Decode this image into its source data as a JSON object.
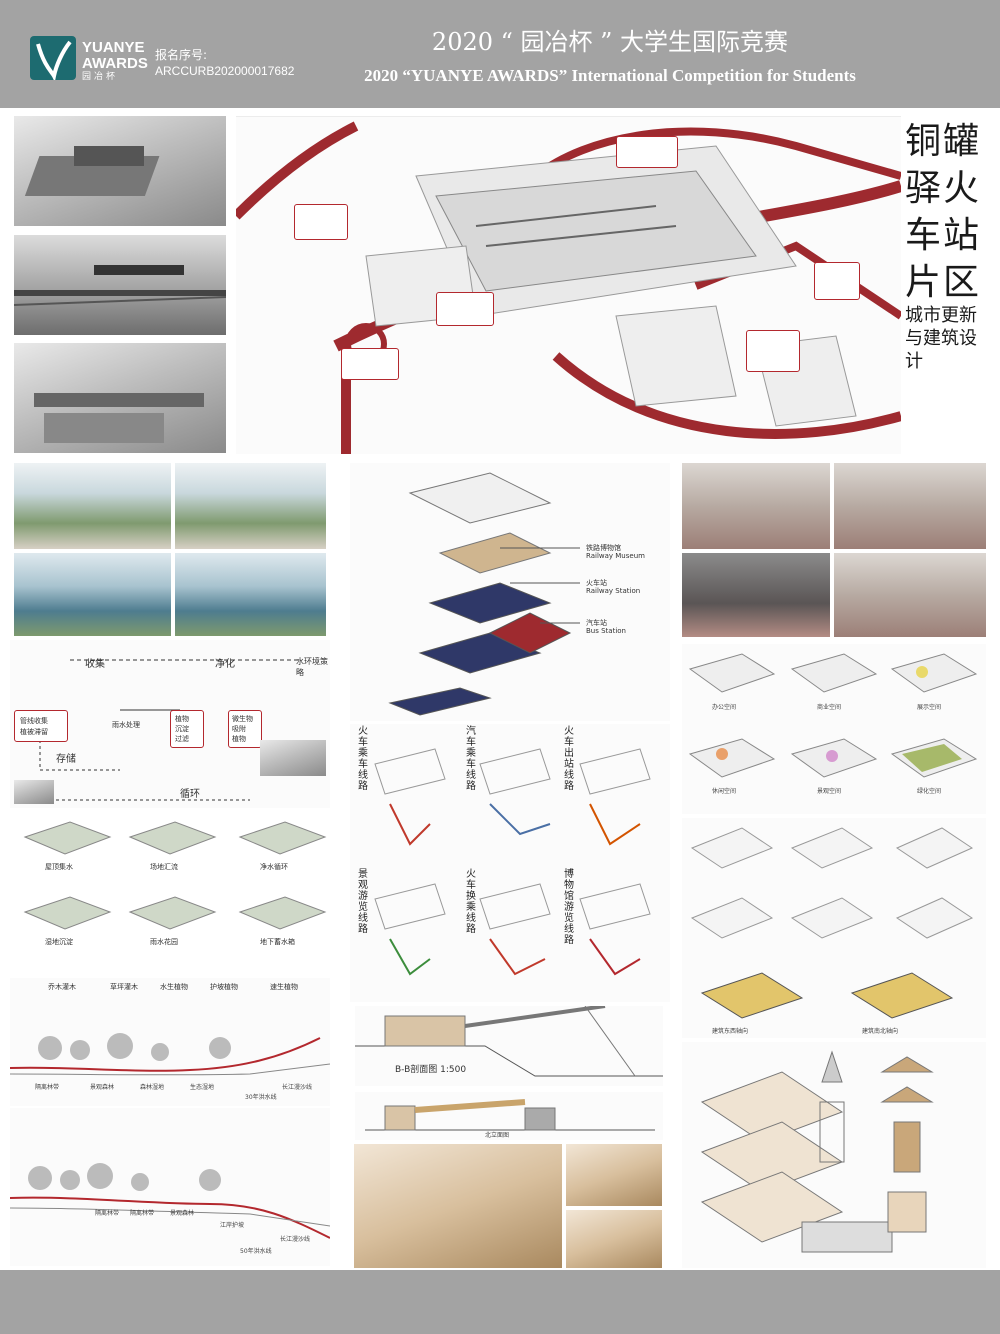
{
  "header": {
    "logo_line1": "YUANYE",
    "logo_line2": "AWARDS",
    "logo_line3": "园冶杯",
    "reg_label": "报名序号:",
    "reg_no": "ARCCURB202000017682",
    "title_cn": "2020 “ 园冶杯 ” 大学生国际竞赛",
    "title_en": "2020 “YUANYE AWARDS” International Competition for  Students"
  },
  "project": {
    "title": "铜罐驿火车站片区",
    "subtitle": "城市更新与建筑设计"
  },
  "colors": {
    "header_gray": "#a3a3a3",
    "accent_red": "#9e2a2f",
    "logo_teal": "#1d6b70"
  },
  "exploded": {
    "labels_cn": [
      "铁路博物馆",
      "火车站",
      "汽车站"
    ],
    "labels_en": [
      "Railway Museum",
      "Railway Station",
      "Bus Station"
    ]
  },
  "routes": {
    "row1": [
      "火车乘车线路",
      "汽车乘车线路",
      "火车出站线路"
    ],
    "row2": [
      "景观游览线路",
      "火车换乘线路",
      "博物馆游览线路"
    ]
  },
  "section": {
    "bb_label": "B-B剖面图 1:500",
    "elev_label": "北立面图"
  },
  "water": {
    "title": "水环境策略",
    "collect": "收集",
    "purify": "净化",
    "store": "存储",
    "cycle": "循环",
    "boxes": [
      "管线收集",
      "植被滞留",
      "雨水处理",
      "植物",
      "沉淀",
      "过滤",
      "微生物",
      "吸附",
      "植物"
    ],
    "cards": [
      "屋顶集水",
      "场地汇流",
      "净水循环",
      "湿地沉淀",
      "雨水花园",
      "地下蓄水箱"
    ]
  },
  "right_panels": {
    "space_labels": [
      "办公空间",
      "商业空间",
      "展示空间",
      "休闲空间",
      "景观空间",
      "绿化空间"
    ],
    "axis_labels": [
      "建筑东西轴向",
      "建筑南北轴向"
    ]
  },
  "profile": {
    "labels_top": [
      "乔木灌木",
      "草坪灌木",
      "水生植物",
      "护坡植物",
      "速生植物"
    ],
    "labels_bottom": [
      "隔离林带",
      "景观森林",
      "森林湿地",
      "生态湿地",
      "30年洪水线",
      "长江漫沙线"
    ],
    "labels_bottom2": [
      "隔离林带",
      "隔离林带",
      "景观森林",
      "江岸护坡",
      "50年洪水线",
      "长江漫沙线"
    ]
  }
}
